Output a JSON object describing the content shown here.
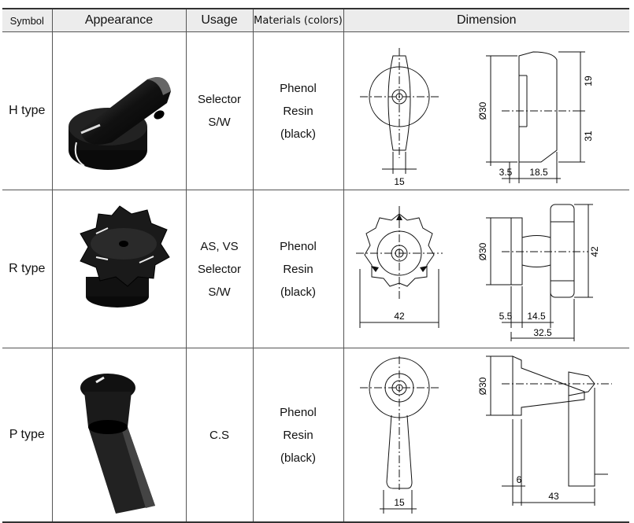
{
  "headers": {
    "symbol": "Symbol",
    "appearance": "Appearance",
    "usage": "Usage",
    "materials": "Materials (colors)",
    "dimension": "Dimension"
  },
  "rows": [
    {
      "symbol": "H type",
      "usage": [
        "Selector",
        "S/W"
      ],
      "materials": [
        "Phenol",
        "Resin",
        "(black)"
      ],
      "dims": {
        "d1": "19",
        "d2": "31",
        "d3": "3.5",
        "d4": "18.5",
        "w": "15",
        "dia": "Ø30"
      }
    },
    {
      "symbol": "R type",
      "usage": [
        "AS, VS",
        "Selector",
        "S/W"
      ],
      "materials": [
        "Phenol",
        "Resin",
        "(black)"
      ],
      "dims": {
        "h": "42",
        "d3": "5.5",
        "d4": "14.5",
        "total": "32.5",
        "w": "42",
        "dia": "Ø30"
      }
    },
    {
      "symbol": "P type",
      "usage": [
        "C.S"
      ],
      "materials": [
        "Phenol",
        "Resin",
        "(black)"
      ],
      "dims": {
        "d3": "6",
        "total": "43",
        "w": "15",
        "dia": "Ø30"
      }
    }
  ]
}
